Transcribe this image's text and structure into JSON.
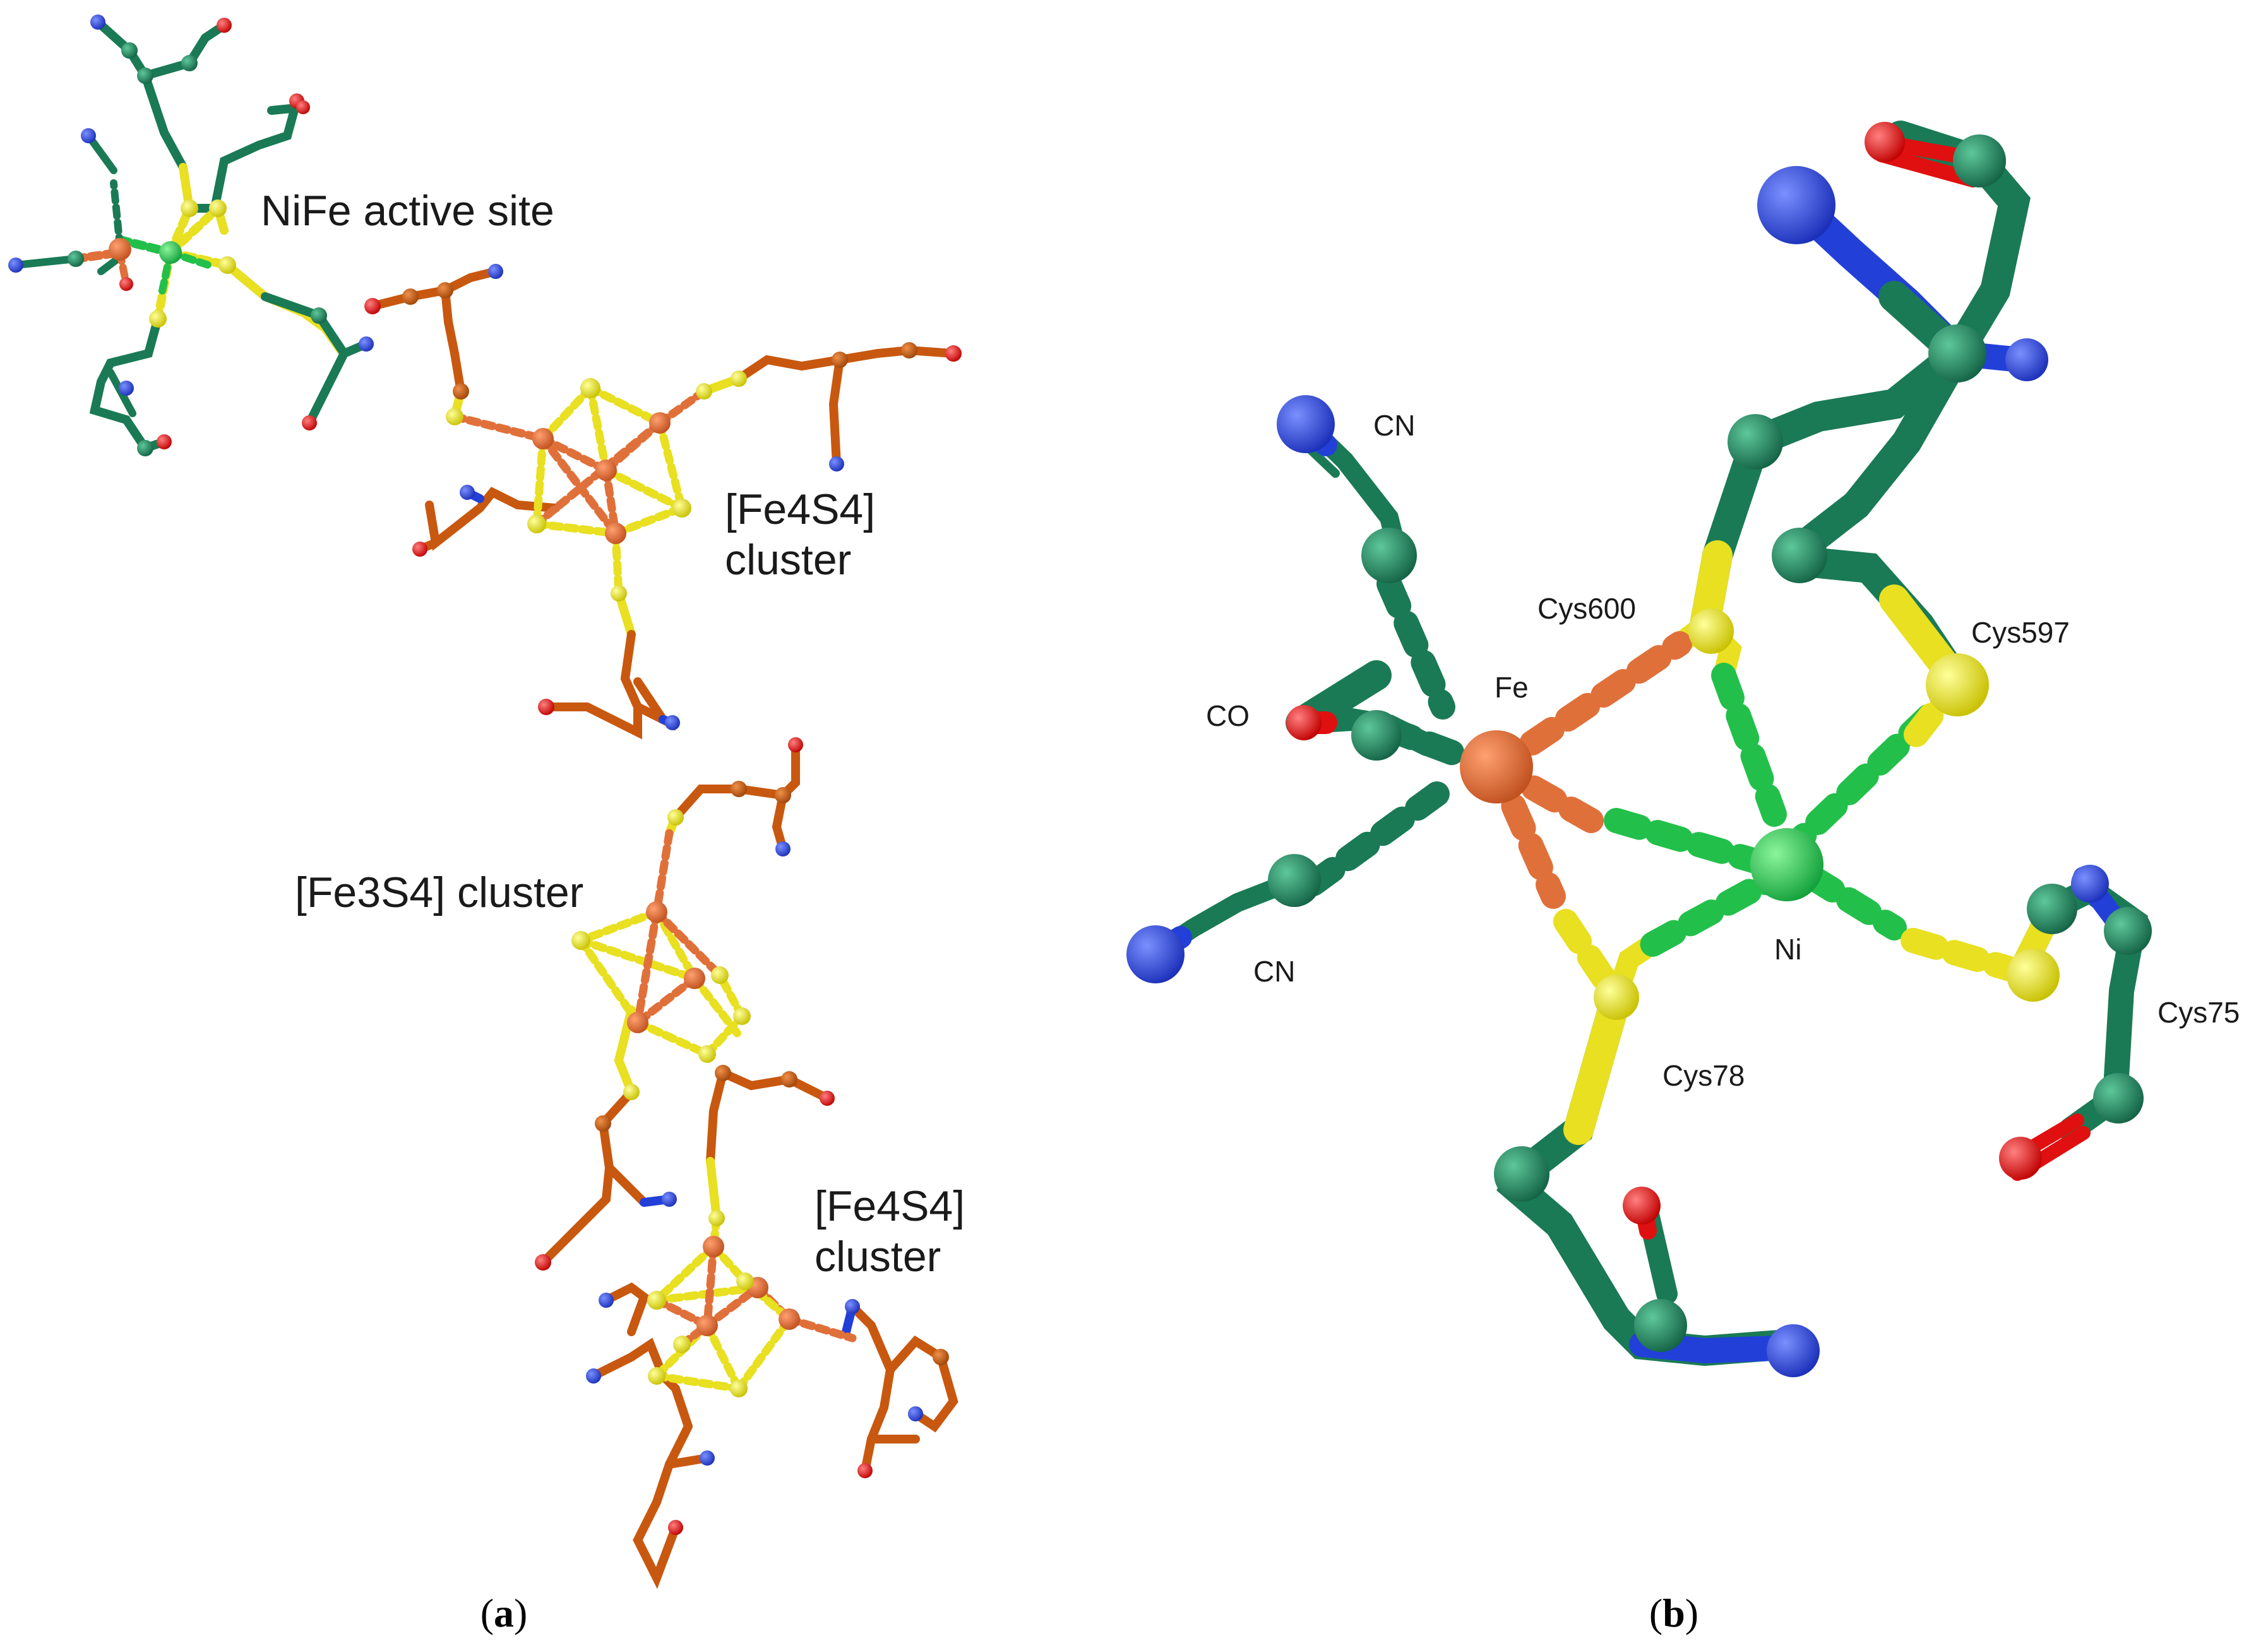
{
  "panel_a": {
    "labels": {
      "nife_active_site": "NiFe active site",
      "fe4s4_top_line1": "[Fe4S4]",
      "fe4s4_top_line2": "cluster",
      "fe3s4": "[Fe3S4] cluster",
      "fe4s4_bottom_line1": "[Fe4S4]",
      "fe4s4_bottom_line2": "cluster"
    },
    "caption_open": "(",
    "caption_letter": "a",
    "caption_close": ")"
  },
  "panel_b": {
    "labels": {
      "cn_top": "CN",
      "co": "CO",
      "cn_bottom": "CN",
      "fe": "Fe",
      "ni": "Ni",
      "cys600": "Cys600",
      "cys597": "Cys597",
      "cys78": "Cys78",
      "cys75": "Cys75"
    },
    "caption_open": "(",
    "caption_letter": "b",
    "caption_close": ")"
  },
  "colors": {
    "carbon_green": "#1a7a55",
    "carbon_orange": "#c8580f",
    "iron": "#e0703a",
    "nickel": "#22c04a",
    "sulfur": "#e8e020",
    "nitrogen": "#2240d8",
    "oxygen": "#e01010"
  }
}
